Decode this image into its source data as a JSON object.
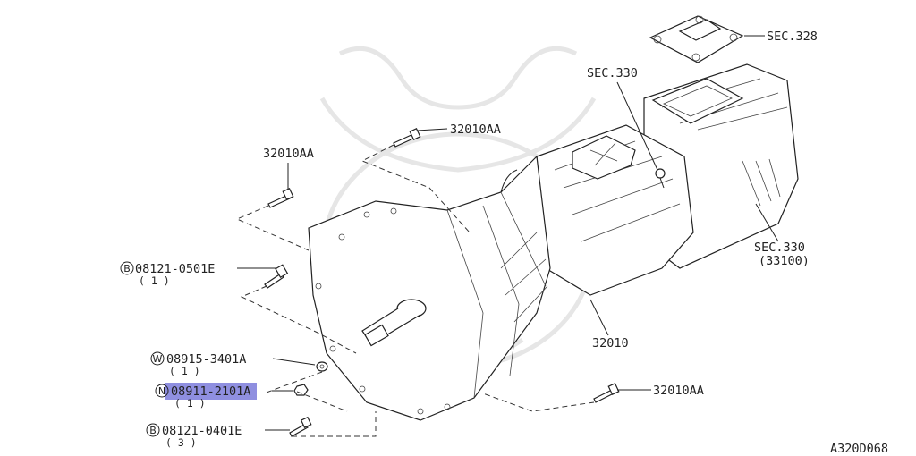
{
  "diagram": {
    "image_code": "A320D068",
    "highlight_color": "#8f8fe0",
    "labels": {
      "sec328": "SEC.328",
      "sec330_top": "SEC.330",
      "sec330_right": "SEC.330",
      "sec330_right_sub": "(33100)",
      "bolt_top": "32010AA",
      "bolt_left": "32010AA",
      "bolt_right": "32010AA",
      "transmission": "32010",
      "bolt_0501": "08121-0501E",
      "bolt_0501_qty": "( 1 )",
      "washer": "08915-3401A",
      "washer_qty": "( 1 )",
      "nut": "08911-2101A",
      "nut_qty": "( 1 )",
      "bolt_0401": "08121-0401E",
      "bolt_0401_qty": "( 3 )"
    },
    "markers": {
      "bolt_0501": "B",
      "washer": "W",
      "nut": "N",
      "bolt_0401": "B"
    }
  }
}
